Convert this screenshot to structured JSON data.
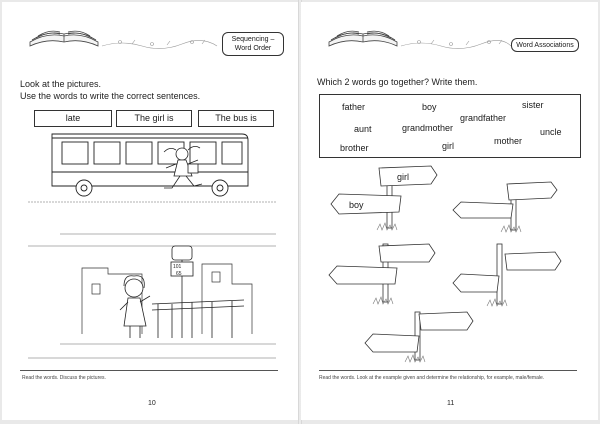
{
  "left_page": {
    "header_tag": "Sequencing – Word Order",
    "instructions": [
      "Look at the pictures.",
      "Use the words to write the correct sentences."
    ],
    "word_boxes": [
      "late",
      "The girl is",
      "The bus is"
    ],
    "sign_text": [
      "101",
      "65"
    ],
    "footer_note": "Read the words. Discuss the pictures.",
    "page_number": "10"
  },
  "right_page": {
    "header_tag": "Word Associations",
    "instruction": "Which 2 words go together? Write them.",
    "word_bank": [
      "father",
      "boy",
      "sister",
      "aunt",
      "grandmother",
      "grandfather",
      "uncle",
      "brother",
      "girl",
      "mother"
    ],
    "example_signs": [
      "girl",
      "boy"
    ],
    "footer_note": "Read the words. Look at the example given and determine the relationship, for example, male/female.",
    "page_number": "11"
  }
}
